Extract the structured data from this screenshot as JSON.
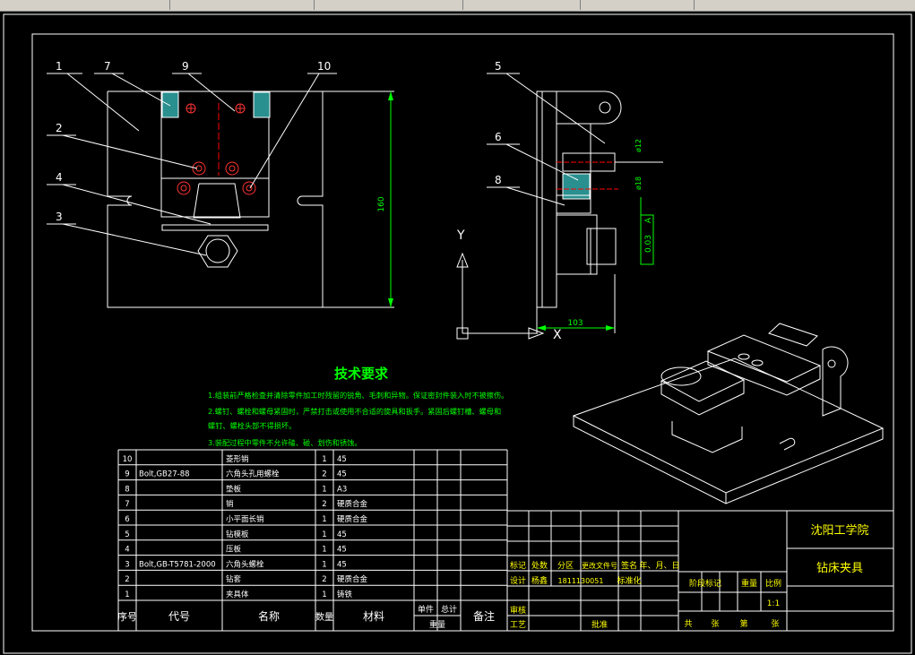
{
  "toolbar": {
    "segments": [
      "",
      "",
      "",
      "",
      "",
      "",
      "",
      ""
    ]
  },
  "drawing": {
    "callouts": [
      "1",
      "7",
      "9",
      "10",
      "2",
      "4",
      "3",
      "5",
      "6",
      "8"
    ],
    "dims": {
      "height": "160",
      "width": "103",
      "tol": "0.03",
      "datum": "A"
    },
    "axes": {
      "y": "Y",
      "x": "X"
    },
    "tech": {
      "title": "技术要求",
      "lines": [
        "1.组装前严格检查并清除零件加工时残留的锐角、毛刺和异物。保证密封件装入时不被擦伤。",
        "2.螺钉、螺栓和螺母紧固时，严禁打击或使用不合适的旋具和扳手。紧固后螺钉槽、螺母和",
        "螺钉、螺栓头部不得损坏。",
        "3.装配过程中零件不允许磕、碰、划伤和锈蚀。"
      ]
    },
    "bom": {
      "rows": [
        {
          "no": "10",
          "code": "",
          "name": "菱形销",
          "qty": "1",
          "mat": "45"
        },
        {
          "no": "9",
          "code": "Bolt,GB27-88",
          "name": "六角头孔用螺栓",
          "qty": "2",
          "mat": "45"
        },
        {
          "no": "8",
          "code": "",
          "name": "垫板",
          "qty": "1",
          "mat": "A3"
        },
        {
          "no": "7",
          "code": "",
          "name": "销",
          "qty": "2",
          "mat": "硬质合金"
        },
        {
          "no": "6",
          "code": "",
          "name": "小平面长销",
          "qty": "1",
          "mat": "硬质合金"
        },
        {
          "no": "5",
          "code": "",
          "name": "钻模板",
          "qty": "1",
          "mat": "45"
        },
        {
          "no": "4",
          "code": "",
          "name": "压板",
          "qty": "1",
          "mat": "45"
        },
        {
          "no": "3",
          "code": "Bolt,GB-T5781-2000",
          "name": "六角头螺栓",
          "qty": "1",
          "mat": "45"
        },
        {
          "no": "2",
          "code": "",
          "name": "钻套",
          "qty": "2",
          "mat": "硬质合金"
        },
        {
          "no": "1",
          "code": "",
          "name": "夹具体",
          "qty": "1",
          "mat": "铸铁"
        }
      ],
      "header": {
        "no": "序号",
        "code": "代号",
        "name": "名称",
        "qty": "数量",
        "mat": "材料",
        "unit": "单件",
        "total": "总计",
        "weight": "重量",
        "note": "备注"
      }
    },
    "title_block": {
      "school": "沈阳工学院",
      "part": "钻床夹具",
      "r1": [
        "标记",
        "处数",
        "分区",
        "更改文件号",
        "签名",
        "年、月、日"
      ],
      "r2": [
        "设计",
        "杨鑫",
        "1811130051",
        "标准化"
      ],
      "stage": "阶段标记",
      "weight": "重量",
      "scale": "比例",
      "scale_val": "1:1",
      "check": "审核",
      "craft": "工艺",
      "approve": "批准",
      "sheets": [
        "共",
        "张",
        "第",
        "张"
      ]
    }
  }
}
